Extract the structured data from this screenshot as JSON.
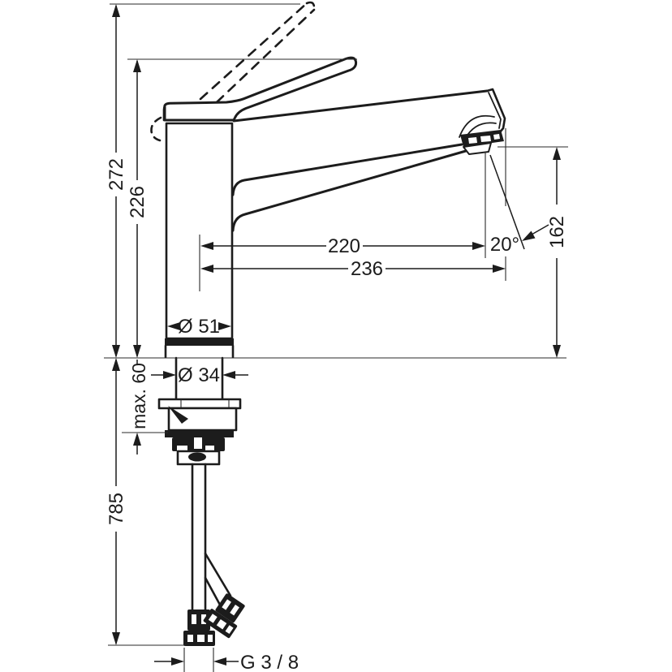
{
  "drawing": {
    "description": "Technical dimension drawing, side view, single-lever kitchen mixer tap with lever shown solid (closed) and dashed (raised), mounting shaft, nut and two supply hoses below the counter line",
    "dimensions": {
      "overall_height": "272",
      "height_to_spout_tip": "226",
      "reach_to_outlet": "220",
      "reach_to_tip": "236",
      "spray_angle": "20°",
      "outlet_to_counter": "162",
      "body_diameter": "Ø 51",
      "shaft_diameter": "Ø 34",
      "max_counter_thickness": "max. 60",
      "hose_length_below_counter": "785",
      "hose_thread": "G 3 / 8"
    }
  }
}
